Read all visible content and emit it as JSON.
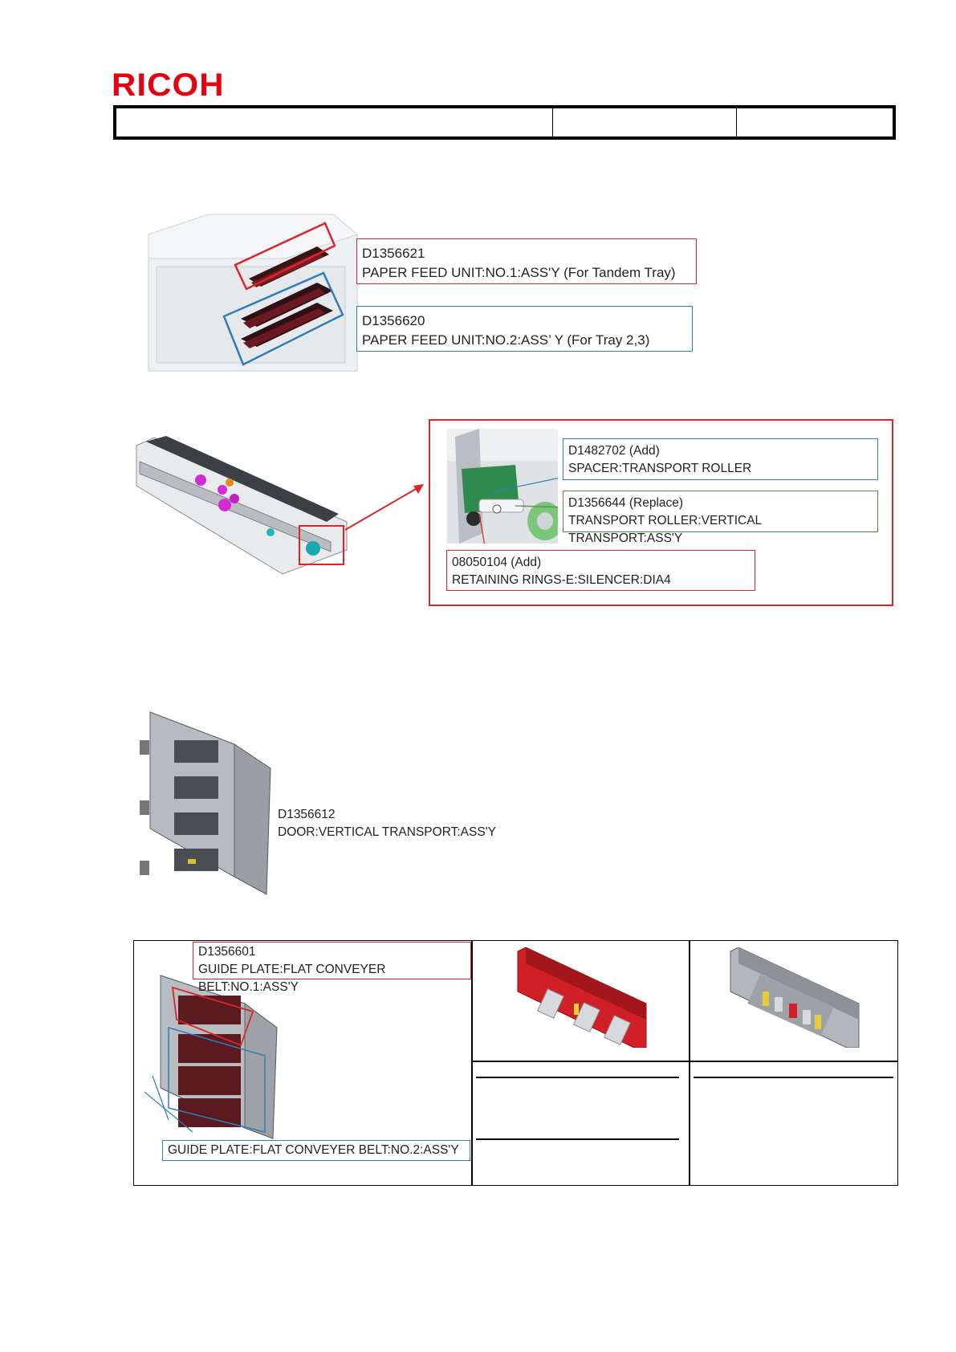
{
  "header": {
    "brand": "RICOH",
    "cells": [
      "",
      "",
      ""
    ]
  },
  "paper_feed": {
    "unit1": {
      "part_no": "D1356621",
      "name": "PAPER FEED UNIT:NO.1:ASS'Y (For Tandem Tray)"
    },
    "unit2": {
      "part_no": "D1356620",
      "name": "PAPER FEED UNIT:NO.2:ASS’ Y (For Tray 2,3)"
    }
  },
  "detail": {
    "spacer": {
      "part_no": "D1482702 (Add)",
      "name": "SPACER:TRANSPORT ROLLER"
    },
    "roller": {
      "part_no": "D1356644 (Replace)",
      "name": "TRANSPORT ROLLER:VERTICAL TRANSPORT:ASS'Y"
    },
    "ring": {
      "part_no": "08050104 (Add)",
      "name": "RETAINING RINGS-E:SILENCER:DIA4"
    }
  },
  "door": {
    "part_no": "D1356612",
    "name": "DOOR:VERTICAL TRANSPORT:ASS'Y"
  },
  "guide_plate": {
    "no1": {
      "part_no": "D1356601",
      "name": "GUIDE PLATE:FLAT CONVEYER BELT:NO.1:ASS'Y"
    },
    "no2": {
      "name": "GUIDE PLATE:FLAT CONVEYER BELT:NO.2:ASS'Y"
    }
  },
  "colors": {
    "brand_red": "#e60012",
    "callout_red": "#d9262b",
    "callout_blue": "#2e7ebc",
    "callout_green": "#5b8a3a"
  }
}
